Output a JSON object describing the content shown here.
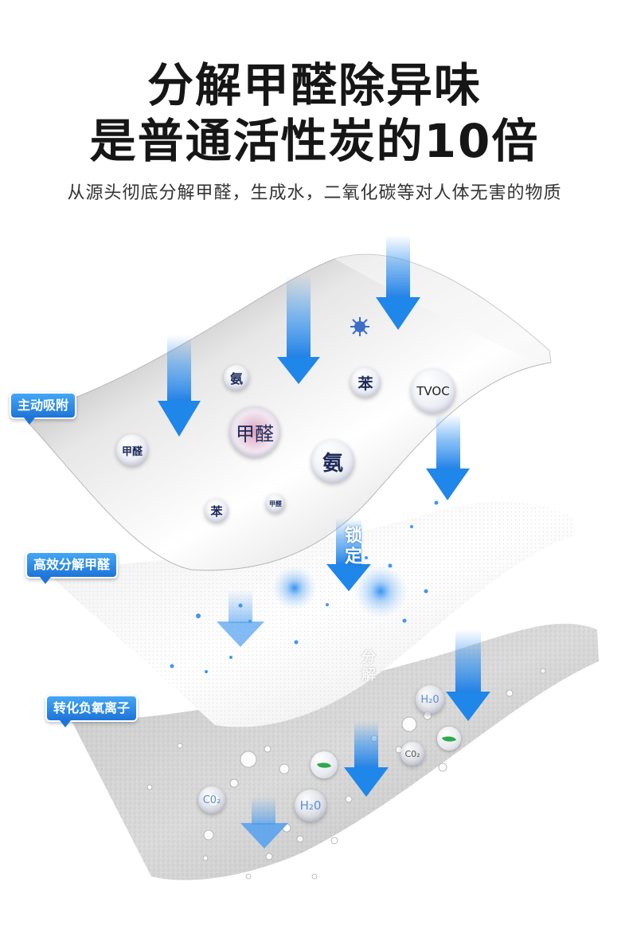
{
  "header": {
    "title_line1": "分解甲醛除异味",
    "title_line2": "是普通活性炭的10倍",
    "subtitle": "从源头彻底分解甲醛，生成水，二氧化碳等对人体无害的物质"
  },
  "layers": {
    "top_label": "主动吸附",
    "middle_label": "高效分解甲醛",
    "bottom_label": "转化负氧离子"
  },
  "top_bubbles": {
    "ammonia_small": "氨",
    "formaldehyde_big": "甲醛",
    "benzene_right": "苯",
    "tvoc": "TVOC",
    "formaldehyde_left": "甲醛",
    "ammonia_big": "氨",
    "benzene_small": "苯",
    "formaldehyde_tiny": "甲醛"
  },
  "arrow_texts": {
    "lock": "锁定",
    "decompose": "分解"
  },
  "bottom_bubbles": {
    "h2o_right": "H₂0",
    "co2_right": "C0₂",
    "co2_left": "C0₂",
    "h2o_center": "H₂0"
  },
  "colors": {
    "arrow_blue": "#1f86ea",
    "tag_blue": "#1e74d8",
    "particle_blue": "#2d8cf0"
  }
}
